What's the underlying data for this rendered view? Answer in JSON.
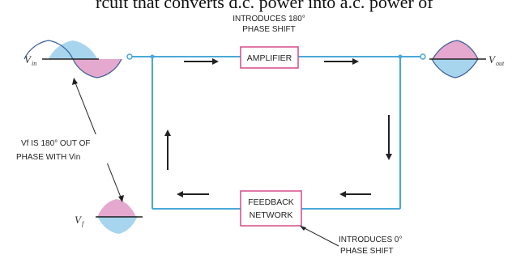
{
  "header": {
    "cut_text": "rcuit that converts d.c. power into a.c. power of"
  },
  "amplifier": {
    "label": "AMPLIFIER",
    "note_line1": "INTRODUCES 180°",
    "note_line2": "PHASE SHIFT"
  },
  "feedback": {
    "label_line1": "FEEDBACK",
    "label_line2": "NETWORK",
    "note_line1": "INTRODUCES 0°",
    "note_line2": "PHASE SHIFT"
  },
  "signals": {
    "vin_symbol": "V",
    "vin_sub": "in",
    "vout_symbol": "V",
    "vout_sub": "out",
    "vf_symbol": "V",
    "vf_sub": "f"
  },
  "phase_note": {
    "line1": "Vf IS 180° OUT OF",
    "line2": "PHASE WITH Vin"
  },
  "colors": {
    "wire": "#4aa8d8",
    "box_border": "#d64a8a",
    "wave_blue": "#5fb3e0",
    "wave_pink": "#d060a8",
    "arrow": "#222222"
  }
}
